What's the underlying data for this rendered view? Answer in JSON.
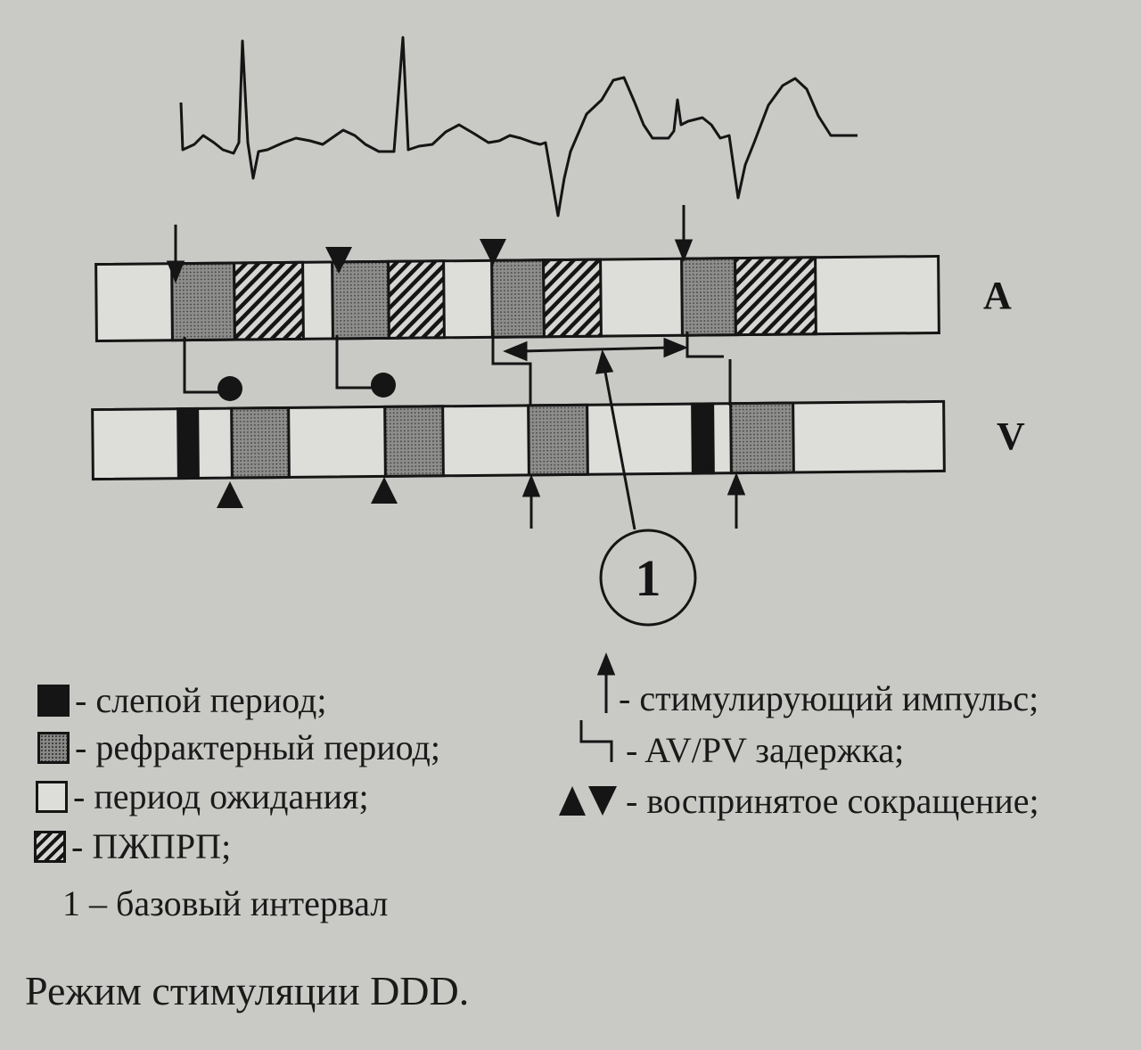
{
  "channels": {
    "atrial": "A",
    "ventricular": "V"
  },
  "callout": "1",
  "legend": {
    "blind": "- слепой период;",
    "refractory": "- рефрактерный период;",
    "waiting": "- период ожидания;",
    "pvarp": "- ПЖПРП;",
    "base_interval": "1 – базовый интервал",
    "stim_pulse": "- стимулирующий импульс;",
    "av_delay": "- AV/PV задержка;",
    "sensed": "- воспринятое сокращение;"
  },
  "caption": "Режим стимуляции DDD.",
  "colors": {
    "background": "#c9c9c6",
    "ink": "#151515",
    "refractory": "#8a8a88",
    "bar_fill": "#ddddda"
  },
  "icons": [
    "up-arrow-icon",
    "down-arrow-icon",
    "triangle-up-icon",
    "triangle-down-icon",
    "filled-circle-icon",
    "av-delay-bracket-icon"
  ]
}
